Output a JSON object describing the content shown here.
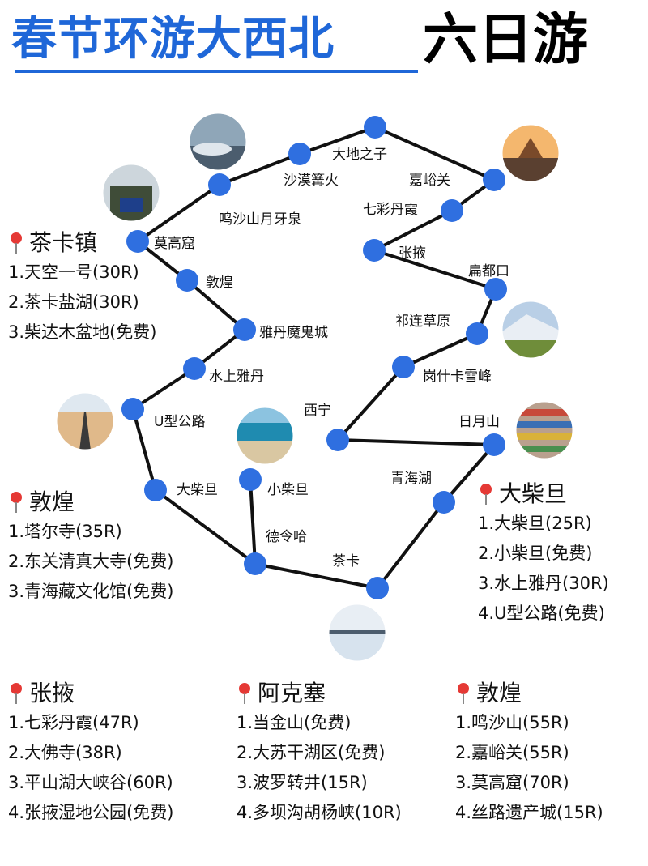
{
  "title": {
    "part1": "春节环游大西北",
    "part2": "六日游"
  },
  "route": {
    "stops": [
      "莫高窟",
      "沙漠篝火",
      "大地之子",
      "嘉峪关",
      "七彩丹霞",
      "张掖",
      "扁都口",
      "祁连草原",
      "岗什卡雪峰",
      "西宁",
      "日月山",
      "青海湖",
      "茶卡",
      "德令哈",
      "小柴旦",
      "大柴旦",
      "U型公路",
      "水上雅丹",
      "雅丹魔鬼城",
      "敦煌",
      "鸣沙山月牙泉"
    ],
    "photos": [
      "dunhuang-desert-photo",
      "mogao-gate-photo",
      "jiayuguan-fort-photo",
      "qilian-grassland-photo",
      "sunmoon-mountain-prayer-flags-photo",
      "u-road-photo",
      "xiaochaidan-lake-photo",
      "chaka-salt-lake-photo"
    ]
  },
  "blocks": {
    "chaka": {
      "title": "茶卡镇",
      "items": [
        "1.天空一号(30R)",
        "2.茶卡盐湖(30R)",
        "3.柴达木盆地(免费)"
      ]
    },
    "dunhuang_mid": {
      "title": "敦煌",
      "items": [
        "1.塔尔寺(35R)",
        "2.东关清真大寺(免费)",
        "3.青海藏文化馆(免费)"
      ]
    },
    "dachaidan": {
      "title": "大柴旦",
      "items": [
        "1.大柴旦(25R)",
        "2.小柴旦(免费)",
        "3.水上雅丹(30R)",
        "4.U型公路(免费)"
      ]
    },
    "zhangye": {
      "title": "张掖",
      "items": [
        "1.七彩丹霞(47R)",
        "2.大佛寺(38R)",
        "3.平山湖大峡谷(60R)",
        "4.张掖湿地公园(免费)"
      ]
    },
    "akesai": {
      "title": "阿克塞",
      "items": [
        "1.当金山(免费)",
        "2.大苏干湖区(免费)",
        "3.波罗转井(15R)",
        "4.多坝沟胡杨峡(10R)"
      ]
    },
    "dunhuang_bottom": {
      "title": "敦煌",
      "items": [
        "1.鸣沙山(55R)",
        "2.嘉峪关(55R)",
        "3.莫高窟(70R)",
        "4.丝路遗产城(15R)"
      ]
    }
  },
  "colors": {
    "title_blue": "#1f67d8",
    "node_blue": "#2f6fe0",
    "route_line": "#111111",
    "pin_red": "#e53935"
  }
}
